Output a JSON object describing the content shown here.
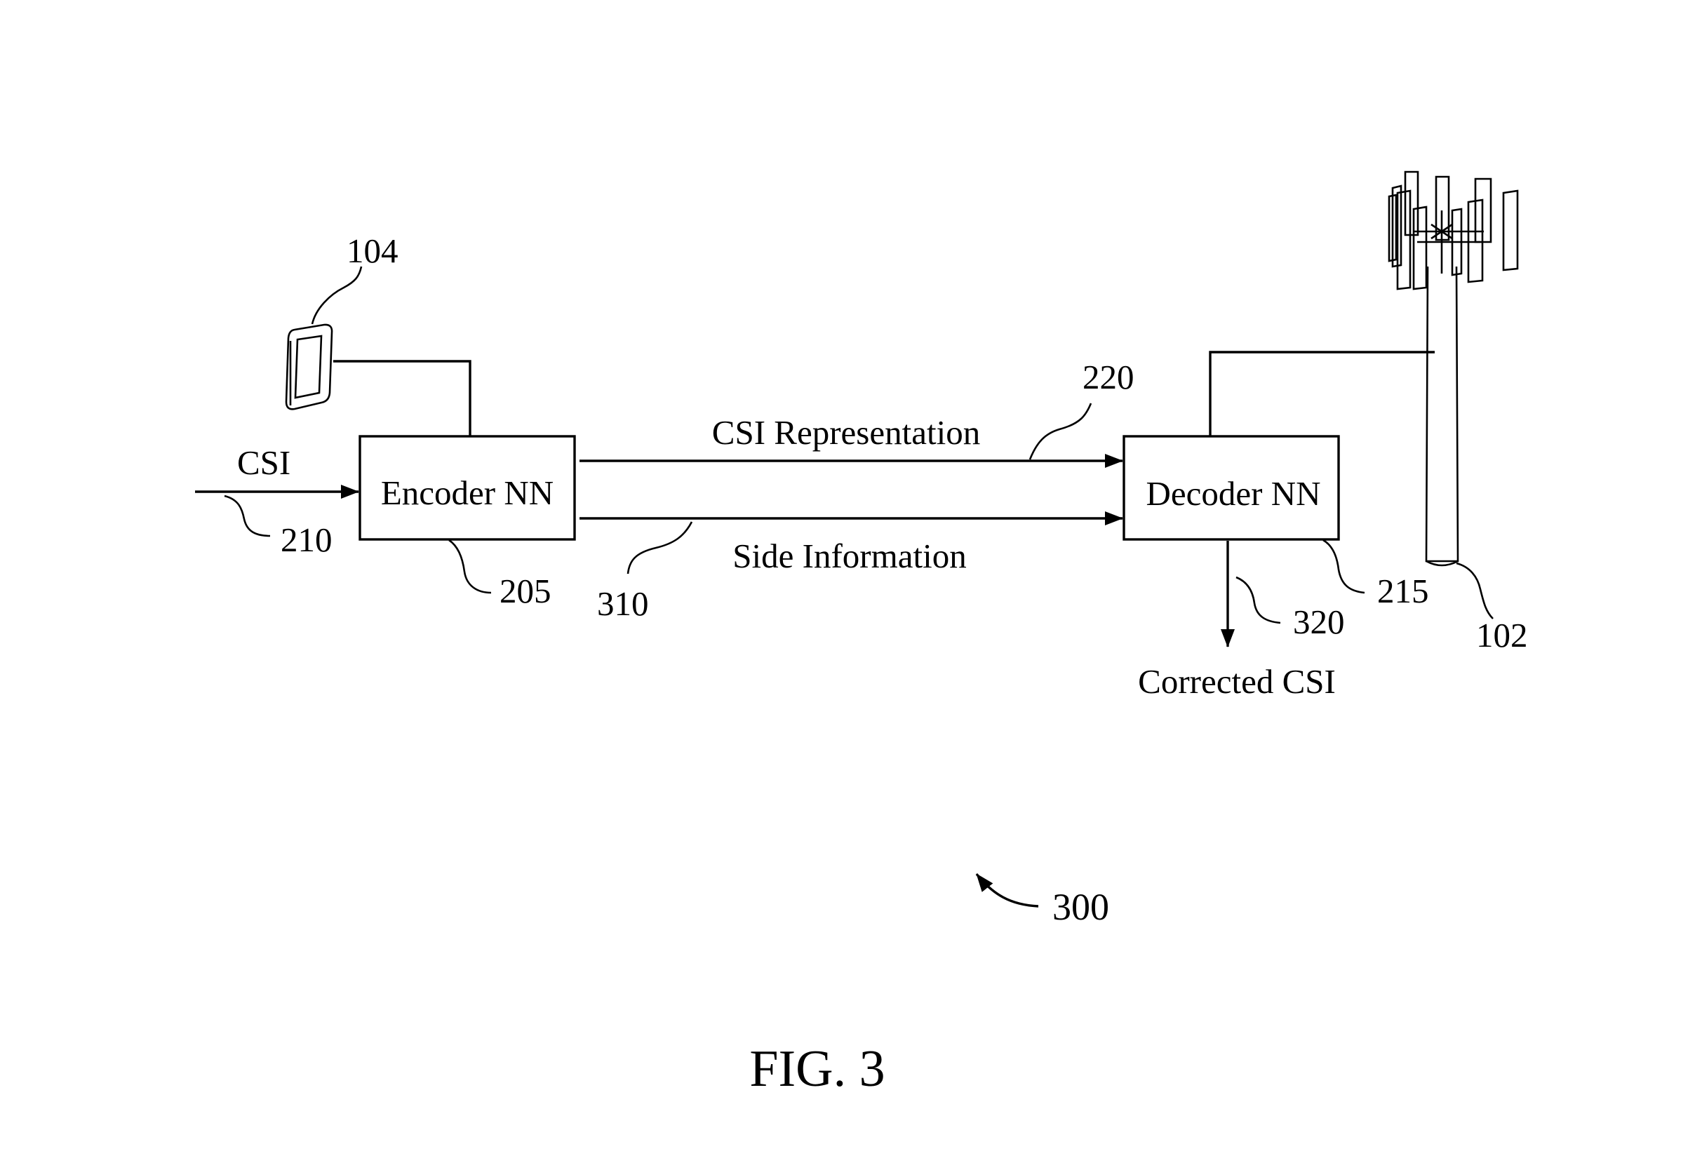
{
  "blocks": {
    "encoder": {
      "label": "Encoder NN",
      "ref": "205"
    },
    "decoder": {
      "label": "Decoder NN",
      "ref": "215"
    }
  },
  "signals": {
    "csi_input": {
      "label": "CSI",
      "ref": "210"
    },
    "csi_representation": {
      "label": "CSI Representation",
      "ref": "220"
    },
    "side_information": {
      "label": "Side Information",
      "ref": "310"
    },
    "corrected_csi": {
      "label": "Corrected CSI",
      "ref": "320"
    }
  },
  "devices": {
    "ue": {
      "ref": "104",
      "icon": "mobile-device-icon"
    },
    "base_station": {
      "ref": "102",
      "icon": "cell-tower-icon"
    }
  },
  "figure": {
    "ref": "300",
    "caption": "FIG. 3"
  }
}
